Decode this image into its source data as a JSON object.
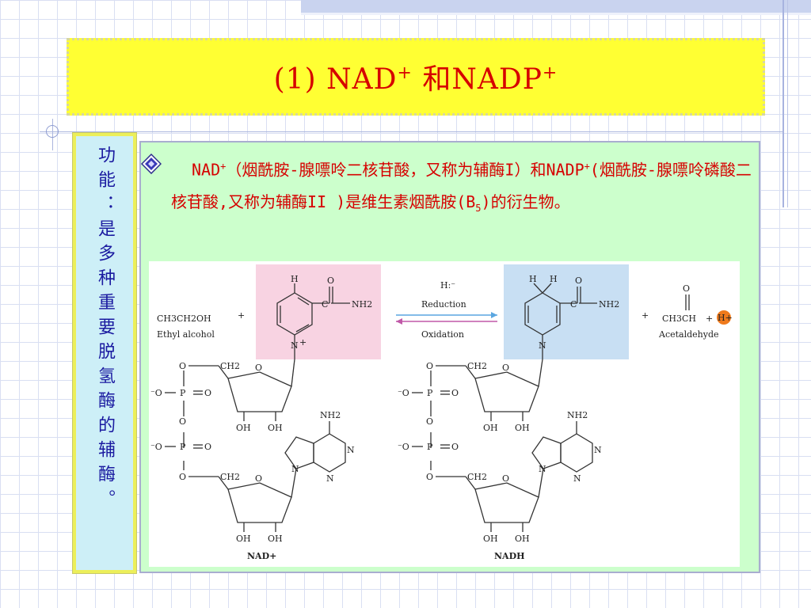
{
  "slide": {
    "title": {
      "prefix": "(1) NAD",
      "sup1": "+",
      "middle": " 和NADP",
      "sup2": "+"
    },
    "side_note": "功能：是多种重要脱氢酶的辅酶。",
    "paragraph": {
      "bullet_icon": "diamond-bullet-icon",
      "t1": "NAD",
      "s1": "+",
      "t2": "（烟酰胺-腺嘌呤二核苷酸，又称为辅酶I）和NADP",
      "s2": "+",
      "t3": "(烟酰胺-腺嘌呤磷酸二核苷酸,又称为辅酶II )是维生素烟酰胺(B",
      "sub": "5",
      "t4": ")的衍生物。"
    },
    "figure": {
      "left_reactant": {
        "formula": "CH3CH2OH",
        "name": "Ethyl alcohol",
        "plus": "+"
      },
      "arrow_top": "H:⁻",
      "arrow_mid": "Reduction",
      "arrow_bottom": "Oxidation",
      "right_product": {
        "formula": "CH3CH",
        "name": "Acetaldehyde",
        "plus": "+",
        "proton": "H+"
      },
      "label_left": "NAD+",
      "label_right": "NADH",
      "atom_H": "H",
      "atom_O": "O",
      "atom_N": "N",
      "atom_OH": "OH",
      "group_NH2": "NH2",
      "group_CH2": "CH2",
      "atom_C": "C",
      "atom_P": "P",
      "minus_O": "⁻O",
      "plus_sign": "+",
      "colors": {
        "nad_highlight": "#f8d3e2",
        "nadh_highlight": "#c8dff3",
        "proton": "#ef7a1c"
      }
    }
  }
}
